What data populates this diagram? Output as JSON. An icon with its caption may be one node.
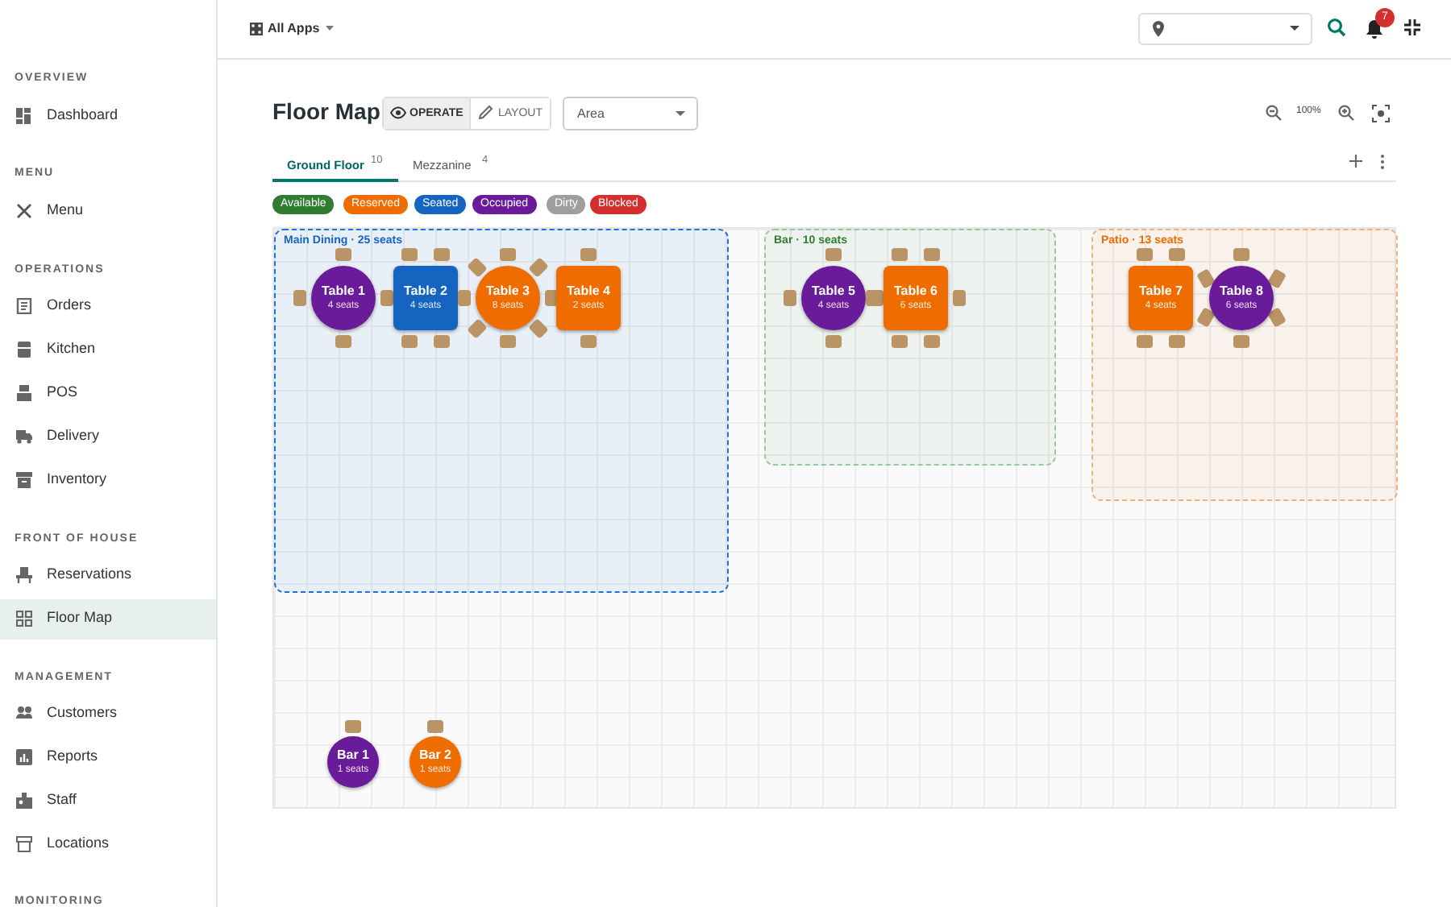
{
  "diagram": {
    "title": "Floor Map",
    "nodes": [
      {
        "text": [
          "Main Dining · 25 seats"
        ]
      },
      {
        "text": [
          "Table 1",
          "4 seats"
        ],
        "in": 0
      },
      {
        "text": [
          "Table 2",
          "4 seats"
        ],
        "in": 0
      },
      {
        "text": [
          "Table 3",
          "8 seats"
        ],
        "in": 0
      },
      {
        "text": [
          "Table 4",
          "2 seats"
        ],
        "in": 0
      },
      {
        "text": [
          "Bar · 10 seats"
        ]
      },
      {
        "text": [
          "Table 5",
          "4 seats"
        ],
        "in": 5
      },
      {
        "text": [
          "Table 6",
          "6 seats"
        ],
        "in": 5
      },
      {
        "text": [
          "Patio · 13 seats"
        ]
      },
      {
        "text": [
          "Table 7",
          "4 seats"
        ],
        "in": 8
      },
      {
        "text": [
          "Table 8",
          "6 seats"
        ],
        "in": 8
      },
      {
        "text": [
          "Bar 1",
          "1 seats"
        ]
      },
      {
        "text": [
          "Bar 2",
          "1 seats"
        ]
      }
    ],
    "edges": [],
    "labels": [
      "All Apps",
      "7",
      "OVERVIEW",
      "Dashboard",
      "MENU",
      "Menu",
      "OPERATIONS",
      "Orders",
      "Kitchen",
      "POS",
      "Delivery",
      "Inventory",
      "FRONT OF HOUSE",
      "Reservations",
      "Floor Map",
      "MANAGEMENT",
      "Customers",
      "Reports",
      "Staff",
      "Locations",
      "MONITORING",
      "OPERATE",
      "LAYOUT",
      "Area",
      "100%",
      "Ground Floor",
      "10",
      "Mezzanine",
      "4"
    ],
    "legend": [
      {
        "text": "Available",
        "color": "#2e7d32"
      },
      {
        "text": "Reserved",
        "color": "#ef6c00"
      },
      {
        "text": "Seated",
        "color": "#1565c0"
      },
      {
        "text": "Occupied",
        "color": "#6a1b9a"
      },
      {
        "text": "Dirty",
        "color": "#9e9e9e"
      },
      {
        "text": "Blocked",
        "color": "#d32f2f"
      }
    ]
  }
}
